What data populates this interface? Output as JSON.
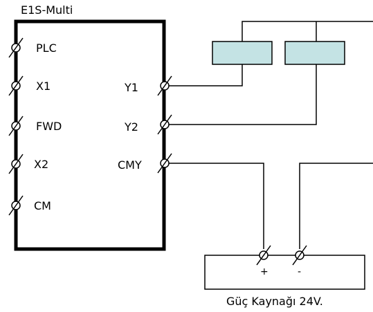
{
  "device": {
    "title": "E1S-Multi",
    "inputs": [
      {
        "id": "plc",
        "label": "PLC"
      },
      {
        "id": "x1",
        "label": "X1"
      },
      {
        "id": "fwd",
        "label": "FWD"
      },
      {
        "id": "x2",
        "label": "X2"
      },
      {
        "id": "cm",
        "label": "CM"
      }
    ],
    "outputs": [
      {
        "id": "y1",
        "label": "Y1"
      },
      {
        "id": "y2",
        "label": "Y2"
      },
      {
        "id": "cmy",
        "label": "CMY"
      }
    ]
  },
  "power_supply": {
    "label": "Güç Kaynağı 24V.",
    "plus": "+",
    "minus": "-"
  },
  "colors": {
    "line": "#000000",
    "relay_fill": "#c4e3e4",
    "relay_stroke": "#000000",
    "background": "#ffffff"
  }
}
